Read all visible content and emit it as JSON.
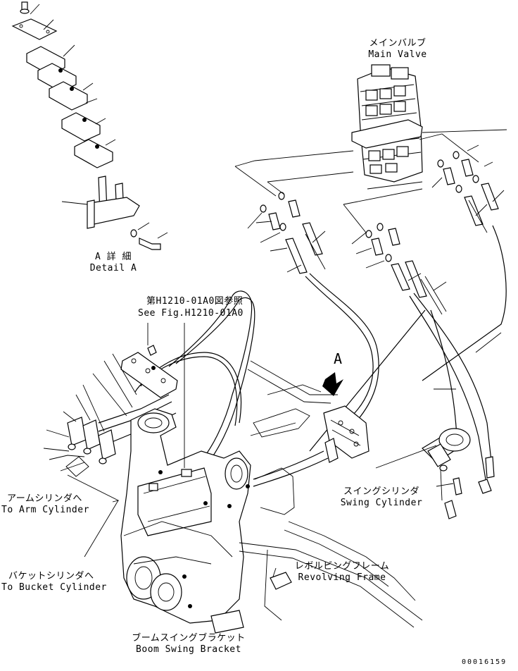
{
  "labels": {
    "main_valve_jp": "メインバルブ",
    "main_valve_en": "Main Valve",
    "detail_a_jp": "A 詳 細",
    "detail_a_en": "Detail A",
    "see_fig_jp": "第H1210-01A0図参照",
    "see_fig_en": "See Fig.H1210-01A0",
    "view_arrow": "A",
    "arm_cyl_jp": "アームシリンダへ",
    "arm_cyl_en": "To Arm Cylinder",
    "bucket_cyl_jp": "バケットシリンダへ",
    "bucket_cyl_en": "To Bucket Cylinder",
    "swing_cyl_jp": "スイングシリンダ",
    "swing_cyl_en": "Swing Cylinder",
    "frame_jp": "レボルビングフレーム",
    "frame_en": "Revolving Frame",
    "bracket_jp": "ブームスイングブラケット",
    "bracket_en": "Boom Swing Bracket",
    "drawing_no": "00016159"
  }
}
